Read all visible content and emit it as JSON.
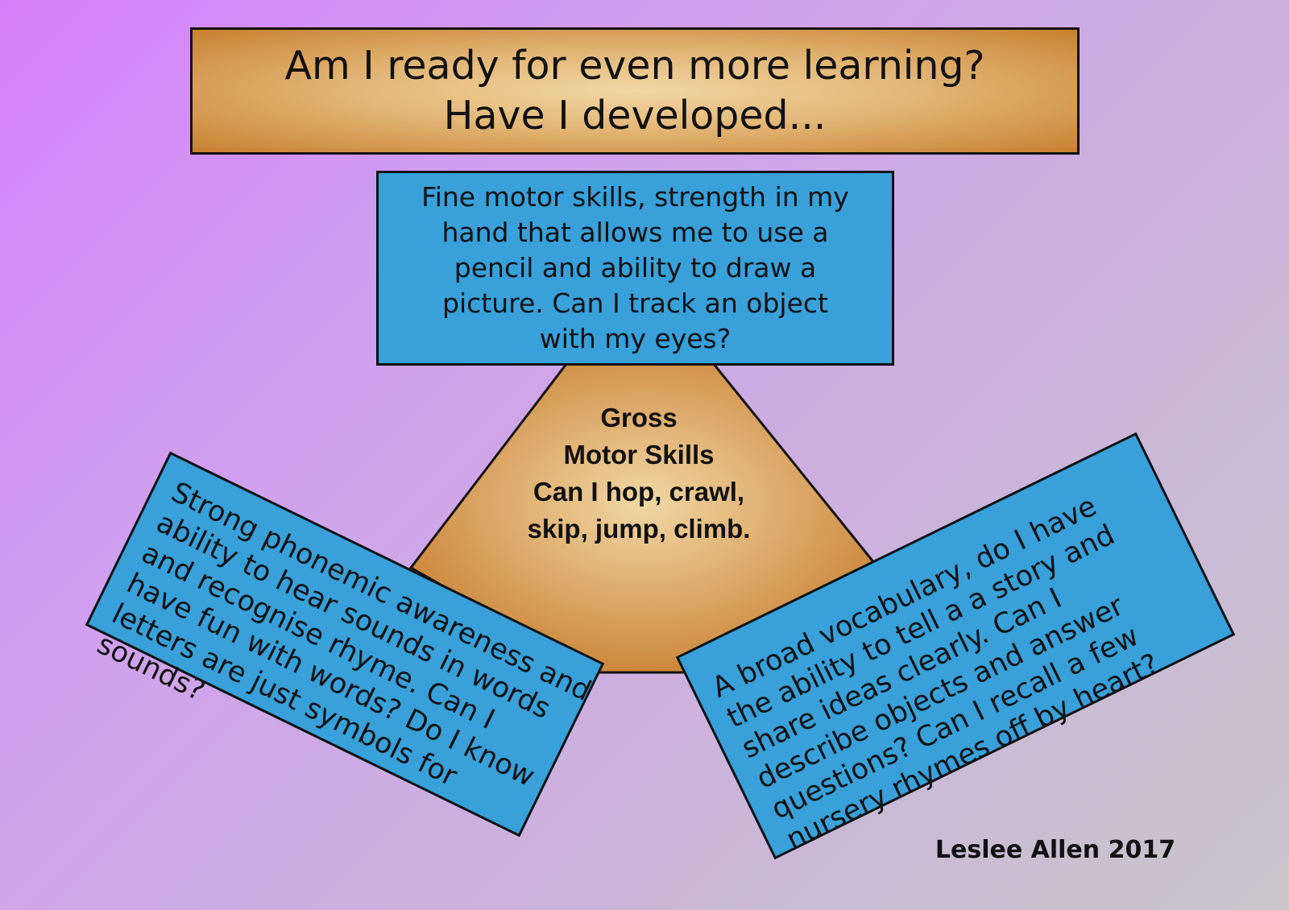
{
  "title": {
    "line1": "Am I ready for even more learning?",
    "line2": "Have I developed..."
  },
  "fine_motor": {
    "lines": [
      "Fine motor skills, strength in my",
      "hand that allows me to use a",
      "pencil and ability to draw a",
      "picture. Can I track an object",
      "with my eyes?"
    ]
  },
  "gross_motor": {
    "lines": [
      "Gross",
      "Motor Skills",
      "Can I hop, crawl,",
      "skip, jump, climb."
    ]
  },
  "phonemic": {
    "lines": [
      "Strong phonemic awareness and",
      "ability to hear sounds in words",
      "and recognise rhyme.  Can I",
      "have fun with words?  Do I know",
      "letters are just symbols for",
      "sounds?"
    ]
  },
  "vocabulary": {
    "lines": [
      "A broad vocabulary,  do I have",
      "the ability to tell a a story and",
      "share ideas clearly.  Can I",
      "describe objects and answer",
      "questions?  Can I recall a few",
      "nursery rhymes off by heart?"
    ]
  },
  "credit": "Leslee Allen 2017",
  "colors": {
    "blue_box": "#39a0d9",
    "gold_light": "#f2d7a4",
    "gold_dark": "#c8802f",
    "border": "#111111"
  }
}
